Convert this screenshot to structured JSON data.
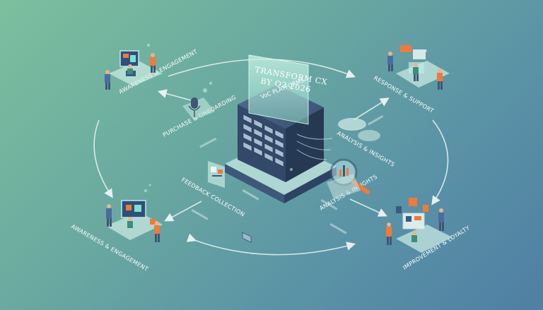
{
  "hub": {
    "title_line1": "TRANSFORM CX",
    "title_line2": "BY Q2 2026",
    "subtitle": "VoC PLATFORMS"
  },
  "stages": {
    "awareness_top": "AWARENESS & ENGAGEMENT",
    "purchase": "PURCHASE & ONBOARDING",
    "feedback": "FEEDBACK COLLECTION",
    "awareness_bottom": "AWARENESS & ENGAGEMENT",
    "response": "RESPONSE & SUPPORT",
    "analysis_upper": "ANALYSIS & INSIGHTS",
    "analysis_lower": "ANALYSIS & INSIGHTS",
    "improvement": "IMPROVEMENT & LOYALTY"
  },
  "colors": {
    "bg_light": "#7cbf9e",
    "bg_dark": "#4f7fa3",
    "server_dark": "#2e3f5c",
    "orange_accent": "#f07a3a",
    "screen_teal": "#7fe0cf"
  },
  "icons": [
    "microphone-icon",
    "magnifier-icon",
    "chat-bubble-icon",
    "chart-icon",
    "server-icon"
  ]
}
